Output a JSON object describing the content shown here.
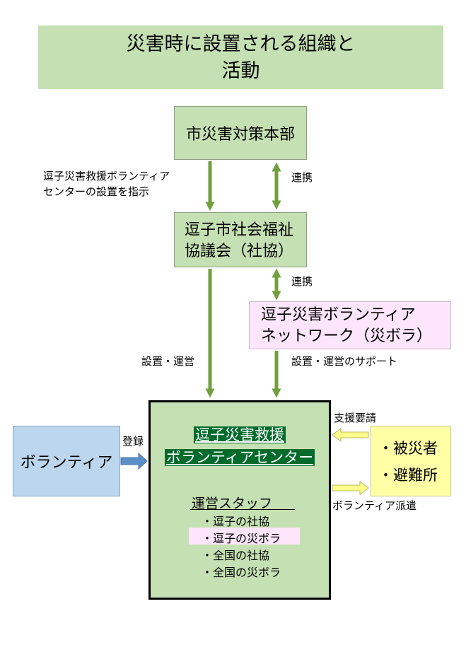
{
  "title": {
    "line1": "災害時に設置される組織と",
    "line2": "活動"
  },
  "headquarters": {
    "label": "市災害対策本部"
  },
  "shakyo": {
    "line1": "逗子市社会福祉",
    "line2": "協議会（社協）"
  },
  "saibora": {
    "line1": "逗子災害ボランティア",
    "line2": "ネットワーク（災ボラ）"
  },
  "center": {
    "title_line1": "逗子災害救援",
    "title_line2": "ボランティアセンター",
    "staff_title": "運営スタッフ",
    "staff": [
      "・逗子の社協",
      "・逗子の災ボラ",
      "・全国の社協",
      "・全国の災ボラ"
    ]
  },
  "volunteer": {
    "label": "ボランティア"
  },
  "victims": {
    "line1": "・被災者",
    "line2": "・避難所"
  },
  "labels": {
    "instruct_line1": "逗子災害救援ボランティア",
    "instruct_line2": "センターの設置を指示",
    "cooperate1": "連携",
    "cooperate2": "連携",
    "setup": "設置・運営",
    "setup_support": "設置・運営のサポート",
    "register": "登録",
    "support_request": "支援要請",
    "dispatch": "ボランティア派遣"
  },
  "colors": {
    "green_box": "#c5e0b3",
    "arrow_green": "#70a03c",
    "pink_box": "#fde5fb",
    "blue_box": "#bcd6ee",
    "yellow_box": "#ffffa6",
    "center_title_bg": "#006b2b"
  }
}
